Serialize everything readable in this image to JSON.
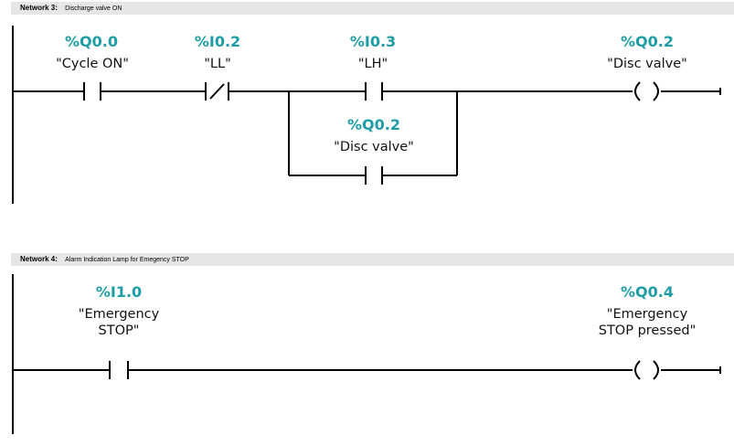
{
  "networks": [
    {
      "label": "Network 3:",
      "comment": "Discharge valve ON",
      "elements": {
        "c1": {
          "address": "%Q0.0",
          "symbol": "\"Cycle ON\"",
          "type": "NO contact"
        },
        "c2": {
          "address": "%I0.2",
          "symbol": "\"LL\"",
          "type": "NC contact"
        },
        "c3": {
          "address": "%I0.3",
          "symbol": "\"LH\"",
          "type": "NO contact"
        },
        "c4": {
          "address": "%Q0.2",
          "symbol": "\"Disc valve\"",
          "type": "NO contact (parallel branch)"
        },
        "coil": {
          "address": "%Q0.2",
          "symbol": "\"Disc valve\"",
          "type": "coil"
        }
      }
    },
    {
      "label": "Network 4:",
      "comment": "Alarm Indication Lamp for Emegency STOP",
      "elements": {
        "c1": {
          "address": "%I1.0",
          "symbol_line1": "\"Emergency",
          "symbol_line2": "STOP\"",
          "type": "NO contact"
        },
        "coil": {
          "address": "%Q0.4",
          "symbol_line1": "\"Emergency",
          "symbol_line2": "STOP pressed\"",
          "type": "coil"
        }
      }
    }
  ],
  "colors": {
    "address": "#1e9da6",
    "rung": "#000000",
    "header_bg": "#e6e6e6"
  }
}
